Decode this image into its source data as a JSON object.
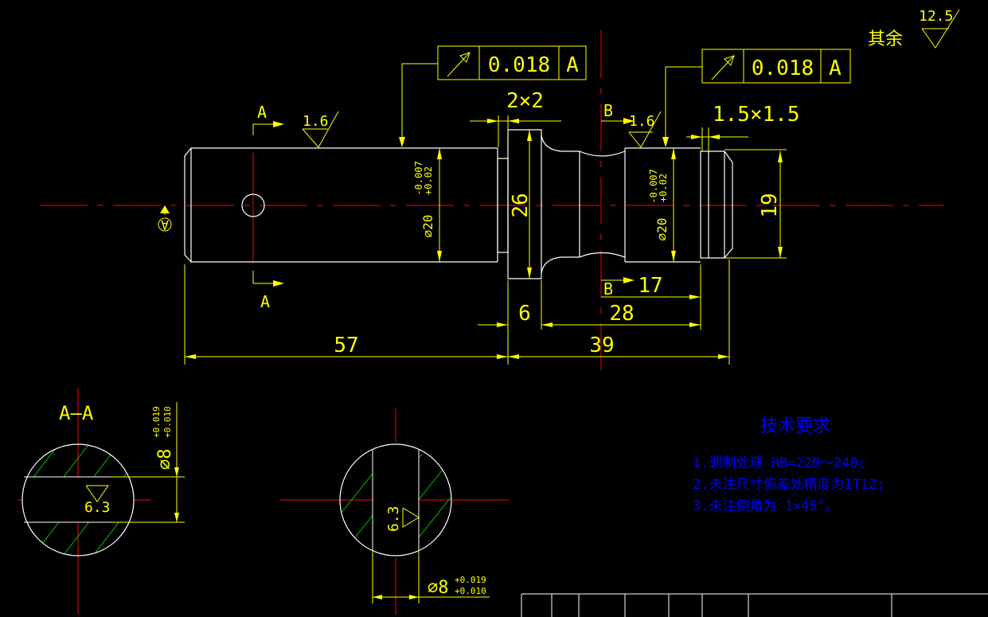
{
  "colors": {
    "background": "#000000",
    "outline": "#ffffff",
    "dimension": "#ffff00",
    "centerline": "#ff0000",
    "hatch": "#00c000",
    "notes": "#0000ff"
  },
  "roughness": {
    "general_label": "其余",
    "general_value": "12.5",
    "left_shaft": "1.6",
    "right_shaft": "1.6",
    "section_aa": "6.3",
    "section_bb": "6.3"
  },
  "tolerance_frames": [
    {
      "value": "0.018",
      "datum": "A"
    },
    {
      "value": "0.018",
      "datum": "A"
    }
  ],
  "dimensions": {
    "chamfer_left": "2×2",
    "chamfer_right": "1.5×1.5",
    "dia_left": "⌀20",
    "dia_left_tol_upper": "-0.007",
    "dia_left_tol_lower": "+0.02",
    "dia_right": "⌀20",
    "dia_right_tol_upper": "-0.007",
    "dia_right_tol_lower": "+0.02",
    "flange": "26",
    "end": "19",
    "len_57": "57",
    "len_39": "39",
    "len_6": "6",
    "len_28": "28",
    "len_17": "17",
    "hole_dia": "⌀8",
    "hole_tol_upper": "+0.019",
    "hole_tol_lower": "+0.010",
    "slot_dia": "⌀8",
    "slot_tol_upper": "+0.019",
    "slot_tol_lower": "+0.010"
  },
  "section_labels": {
    "a_top": "A",
    "a_bottom": "A",
    "b_top": "B",
    "b_bottom": "B",
    "datum_a": "A",
    "aa_title": "A—A"
  },
  "tech_requirements": {
    "title": "技术要求",
    "items": [
      "1.调制处理 HB=220～240;",
      "2.未注尺寸偏差处精度为IT12;",
      "3.未注倒角为 1×45°。"
    ]
  }
}
